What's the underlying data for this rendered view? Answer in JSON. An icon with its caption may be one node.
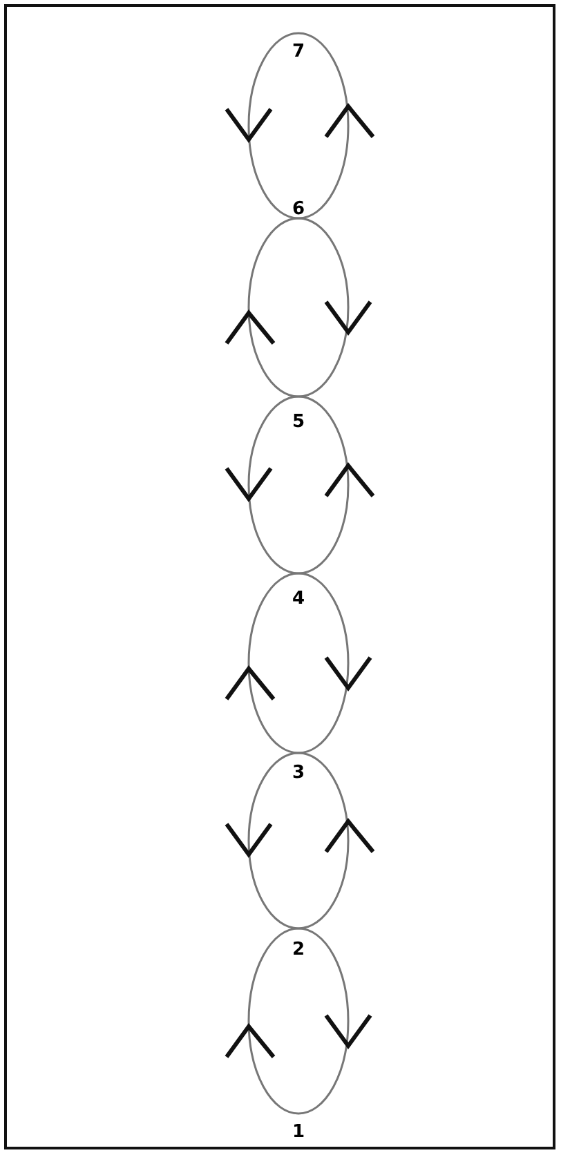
{
  "diagram": {
    "nodes": [
      {
        "text": [],
        "shape": "ellipse"
      },
      {
        "text": [],
        "shape": "ellipse"
      },
      {
        "text": [],
        "shape": "ellipse"
      },
      {
        "text": [],
        "shape": "ellipse"
      },
      {
        "text": [],
        "shape": "ellipse"
      },
      {
        "text": [],
        "shape": "ellipse"
      }
    ],
    "edges": [],
    "labels": [
      "7",
      "6",
      "5",
      "4",
      "3",
      "2",
      "1"
    ]
  }
}
